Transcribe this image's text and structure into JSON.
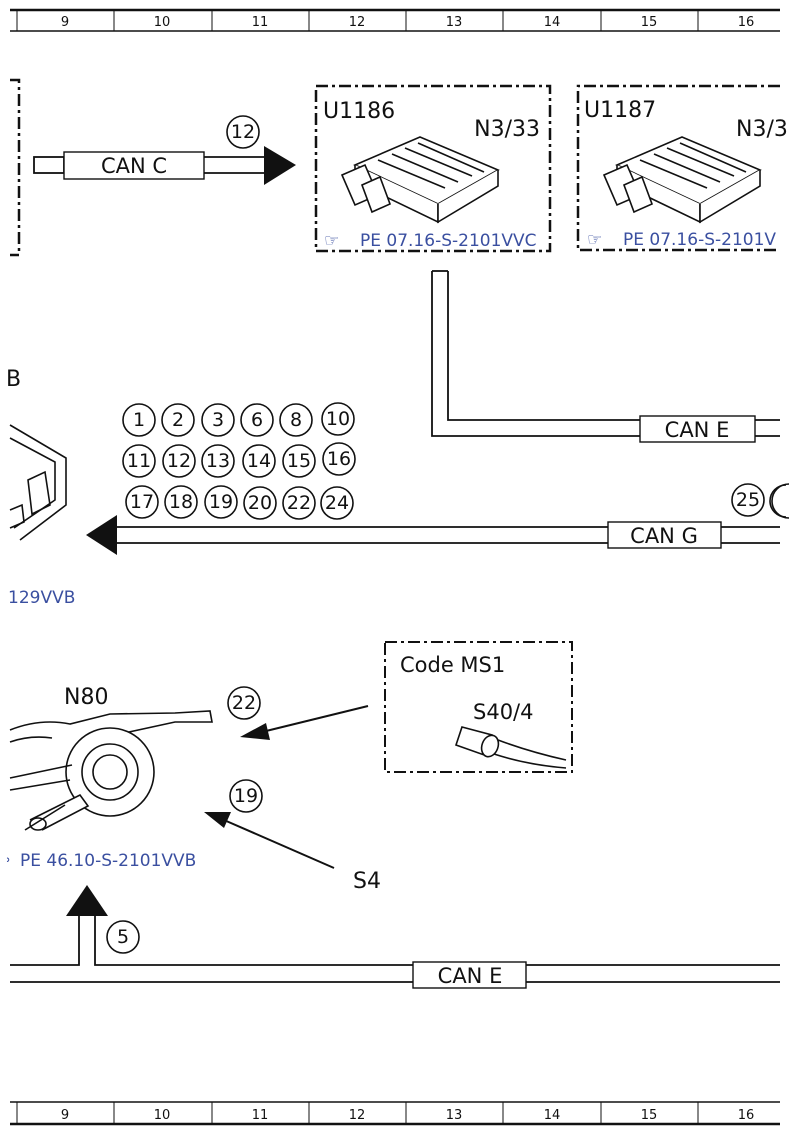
{
  "ruler_top": [
    "9",
    "10",
    "11",
    "12",
    "13",
    "14",
    "15",
    "16"
  ],
  "ruler_bottom": [
    "9",
    "10",
    "11",
    "12",
    "13",
    "14",
    "15",
    "16"
  ],
  "components": {
    "u1186": {
      "id": "U1186",
      "code": "N3/33",
      "ref": "PE 07.16-S-2101VVC"
    },
    "u1187": {
      "id": "U1187",
      "code": "N3/3",
      "ref": "PE 07.16-S-2101V"
    },
    "left_partial": {
      "code": "B",
      "ref": "129VVB"
    },
    "n80": {
      "code": "N80",
      "ref": "PE 46.10-S-2101VVB"
    },
    "ms1": {
      "code_label": "Code MS1",
      "part": "S40/4"
    },
    "s4": {
      "label": "S4"
    }
  },
  "buses": {
    "can_c": "CAN C",
    "can_e_top": "CAN E",
    "can_g": "CAN G",
    "can_e_bottom": "CAN E"
  },
  "bubbles": {
    "can_c_bubble": "12",
    "grid": [
      [
        "1",
        "2",
        "3",
        "6",
        "8",
        "10"
      ],
      [
        "11",
        "12",
        "13",
        "14",
        "15",
        "16"
      ],
      [
        "17",
        "18",
        "19",
        "20",
        "22",
        "24"
      ]
    ],
    "right_partial": "25",
    "n80_upper": "22",
    "n80_lower": "19",
    "bottom": "5"
  },
  "colors": {
    "line": "#111111",
    "reference_link": "#3a4fa0"
  }
}
